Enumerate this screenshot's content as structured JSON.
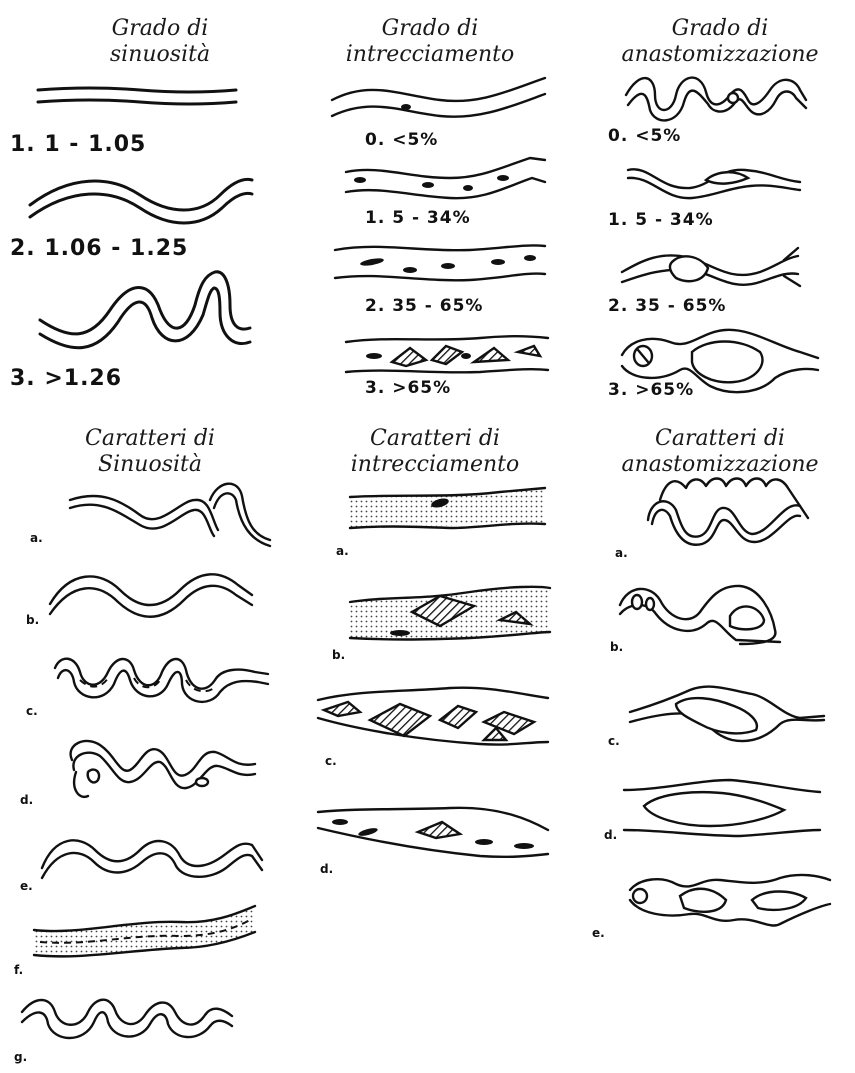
{
  "headers": {
    "sinuosity_degree": [
      "Grado di",
      "sinuosità"
    ],
    "braiding_degree": [
      "Grado di",
      "intrecciamento"
    ],
    "anastomosis_degree": [
      "Grado di",
      "anastomizzazione"
    ],
    "sinuosity_chars": [
      "Caratteri di",
      "Sinuosità"
    ],
    "braiding_chars": [
      "Caratteri di",
      "intrecciamento"
    ],
    "anastomosis_chars": [
      "Caratteri di",
      "anastomizzazione"
    ]
  },
  "sinuosity_degree_labels": [
    "1.   1 - 1.05",
    "2.   1.06 - 1.25",
    "3.   >1.26"
  ],
  "braiding_degree_labels": [
    "0.  <5%",
    "1.  5 - 34%",
    "2. 35 - 65%",
    "3.  >65%"
  ],
  "anastomosis_degree_labels": [
    "0.  <5%",
    "1.   5 - 34%",
    "2.  35 - 65%",
    "3.   >65%"
  ],
  "sinuosity_char_labels": [
    "a.",
    "b.",
    "c.",
    "d.",
    "e.",
    "f.",
    "g."
  ],
  "braiding_char_labels": [
    "a.",
    "b.",
    "c.",
    "d."
  ],
  "anastomosis_char_labels": [
    "a.",
    "b.",
    "c.",
    "d.",
    "e."
  ]
}
